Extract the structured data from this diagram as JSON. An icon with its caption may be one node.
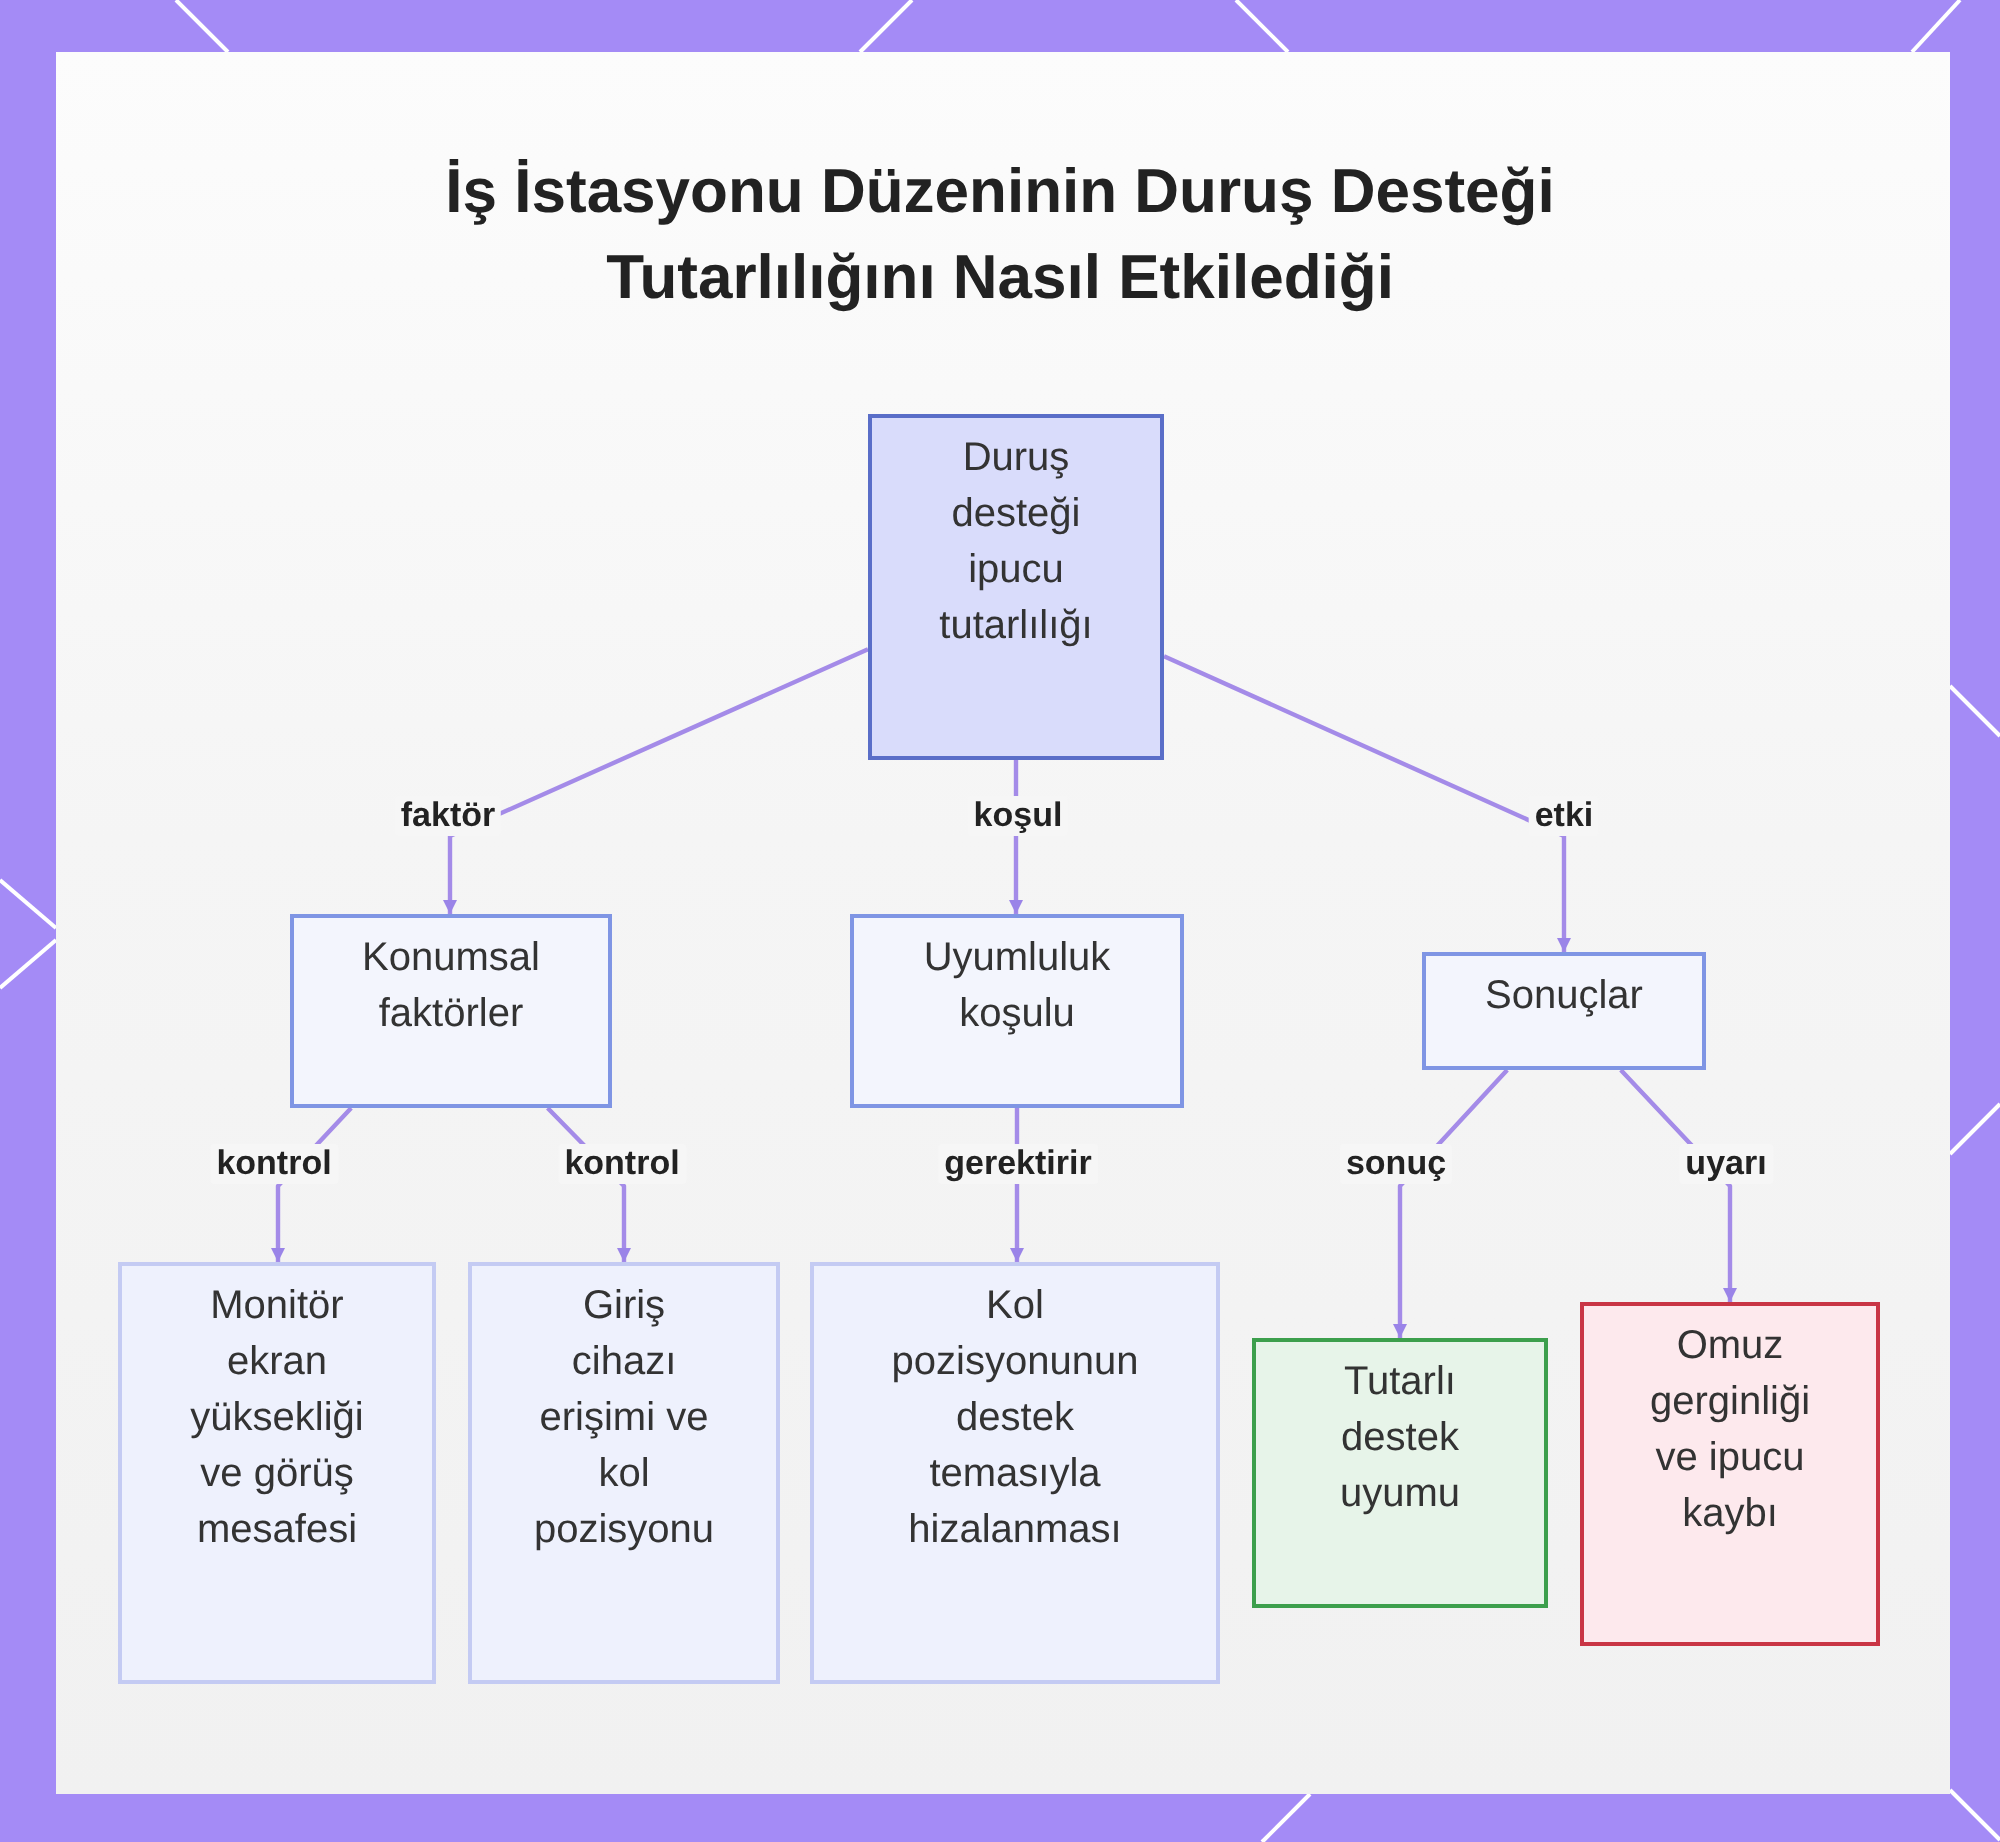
{
  "diagram": {
    "title": "İş İstasyonu Düzeninin Duruş Desteği Tutarlılığını Nasıl Etkilediği",
    "nodes": [
      {
        "text": [
          "Duruş desteği ipucu tutarlılığı"
        ]
      },
      {
        "text": [
          "Konumsal faktörler"
        ]
      },
      {
        "text": [
          "Uyumluluk koşulu"
        ]
      },
      {
        "text": [
          "Sonuçlar"
        ]
      },
      {
        "text": [
          "Monitör ekran yüksekliği ve görüş mesafesi"
        ]
      },
      {
        "text": [
          "Giriş cihazı erişimi ve kol pozisyonu"
        ]
      },
      {
        "text": [
          "Kol pozisyonunun destek temasıyla hizalanması"
        ]
      },
      {
        "text": [
          "Tutarlı destek uyumu"
        ]
      },
      {
        "text": [
          "Omuz gerginliği ve ipucu kaybı"
        ]
      }
    ],
    "edges": [
      {
        "from": 0,
        "to": 1,
        "arrow": "to",
        "label": "faktör"
      },
      {
        "from": 0,
        "to": 2,
        "arrow": "to",
        "label": "koşul"
      },
      {
        "from": 0,
        "to": 3,
        "arrow": "to",
        "label": "etki"
      },
      {
        "from": 1,
        "to": 4,
        "arrow": "to",
        "label": "kontrol"
      },
      {
        "from": 1,
        "to": 5,
        "arrow": "to",
        "label": "kontrol"
      },
      {
        "from": 2,
        "to": 6,
        "arrow": "to",
        "label": "gerektirir"
      },
      {
        "from": 3,
        "to": 7,
        "arrow": "to",
        "label": "sonuç"
      },
      {
        "from": 3,
        "to": 8,
        "arrow": "to",
        "label": "uyarı"
      }
    ]
  }
}
